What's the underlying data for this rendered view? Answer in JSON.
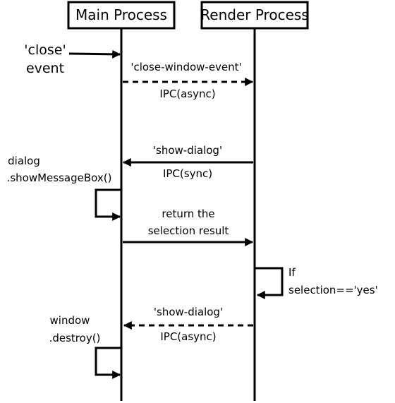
{
  "participants": {
    "main": {
      "label": "Main Process"
    },
    "render": {
      "label": "Render Process"
    }
  },
  "external": {
    "line1": "'close'",
    "line2": "event"
  },
  "messages": [
    {
      "id": "close-window-event",
      "top": "'close-window-event'",
      "bottom": "IPC(async)",
      "style": "dashed"
    },
    {
      "id": "show-dialog-sync",
      "top": "'show-dialog'",
      "bottom": "IPC(sync)",
      "style": "solid"
    },
    {
      "id": "return-selection",
      "top": "return the",
      "bottom": "selection result",
      "style": "solid"
    },
    {
      "id": "show-dialog-async",
      "top": "'show-dialog'",
      "bottom": "IPC(async)",
      "style": "dashed"
    }
  ],
  "self_calls": {
    "show_message_box": {
      "line1": "dialog",
      "line2": ".showMessageBox()"
    },
    "if_selection": {
      "line1": "If",
      "line2": "selection=='yes'"
    },
    "window_destroy": {
      "line1": "window",
      "line2": ".destroy()"
    }
  }
}
